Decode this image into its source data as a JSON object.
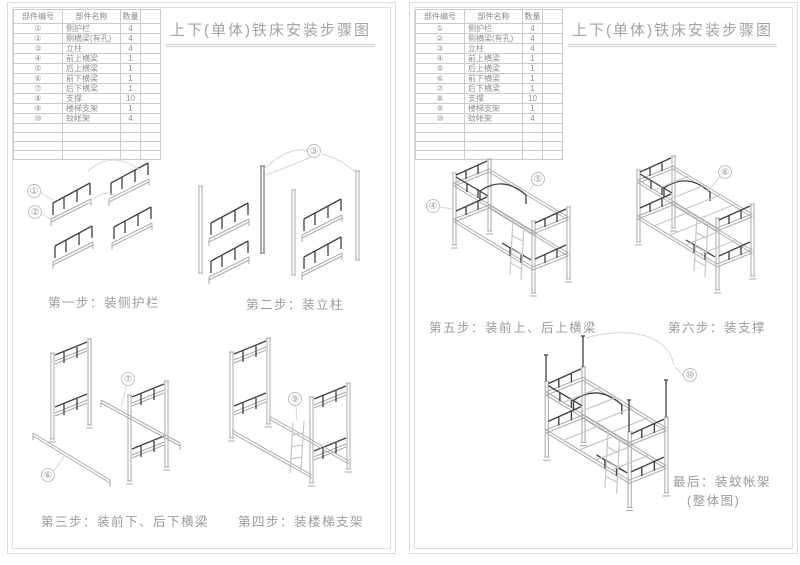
{
  "page_title": "上下(单体)铁床安装步骤图",
  "table": {
    "headers": [
      "部件编号",
      "部件名称",
      "数量"
    ],
    "rows": [
      [
        "①",
        "侧护栏",
        "4"
      ],
      [
        "②",
        "侧横梁(有孔)",
        "4"
      ],
      [
        "③",
        "立柱",
        "4"
      ],
      [
        "④",
        "前上横梁",
        "1"
      ],
      [
        "⑤",
        "后上横梁",
        "1"
      ],
      [
        "⑥",
        "前下横梁",
        "1"
      ],
      [
        "⑦",
        "后下横梁",
        "1"
      ],
      [
        "⑧",
        "支撑",
        "10"
      ],
      [
        "⑨",
        "楼梯支架",
        "1"
      ],
      [
        "⑩",
        "蚊帐架",
        "4"
      ]
    ],
    "empty_row_count": 4
  },
  "steps": {
    "step1": "第一步：装侧护栏",
    "step2": "第二步：装立柱",
    "step3": "第三步：装前下、后下横梁",
    "step4": "第四步：装楼梯支架",
    "step5": "第五步：装前上、后上横梁",
    "step6": "第六步：装支撑",
    "final_line1": "最后：装蚊帐架",
    "final_line2": "(整体图)"
  },
  "callouts": {
    "c1": "①",
    "c2": "②",
    "c3": "③",
    "c4": "④",
    "c5": "⑤",
    "c6": "⑥",
    "c7": "⑦",
    "c8": "⑧",
    "c9": "⑨",
    "c10": "⑩"
  },
  "colors": {
    "line_dark": "#3f3f3f",
    "line_light": "#aaaaaa",
    "leader": "#d6d6d6",
    "text_gray": "#8f8f8f",
    "frame_border": "#dcdcdc"
  }
}
